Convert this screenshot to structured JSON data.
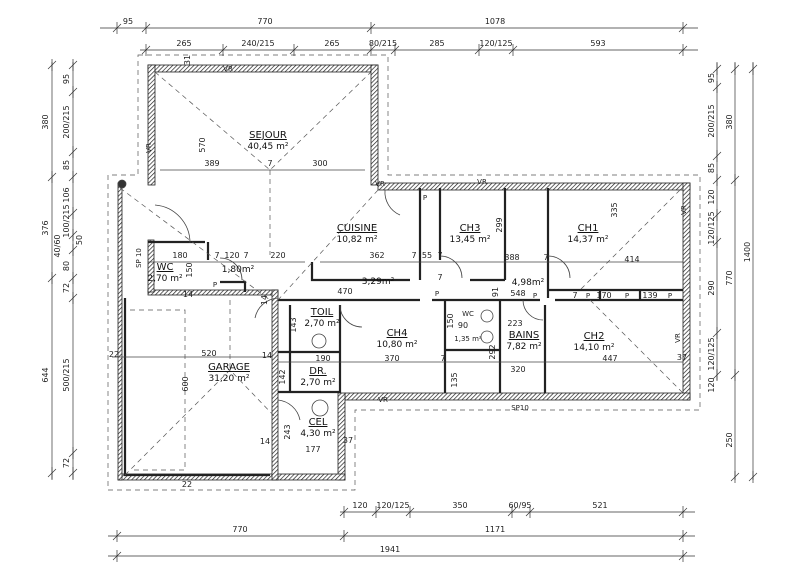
{
  "rooms": [
    {
      "name": "SEJOUR",
      "area": "40,45 m²"
    },
    {
      "name": "CUISINE",
      "area": "10,82 m²"
    },
    {
      "name": "CH3",
      "area": "13,45 m²"
    },
    {
      "name": "CH1",
      "area": "14,37 m²"
    },
    {
      "name": "WC",
      "area": "2,70 m²"
    },
    {
      "name": "TOIL",
      "area": "2,70 m²"
    },
    {
      "name": "CH4",
      "area": "10,80 m²"
    },
    {
      "name": "BAINS",
      "area": "7,82 m²"
    },
    {
      "name": "CH2",
      "area": "14,10 m²"
    },
    {
      "name": "DR.",
      "area": "2,70 m²"
    },
    {
      "name": "CEL",
      "area": "4,30 m²"
    },
    {
      "name": "GARAGE",
      "area": "31,20 m²"
    },
    {
      "name": "WC",
      "area": "1,35 m²"
    }
  ],
  "areas_unlabeled": [
    "1,80m²",
    "3,29m²",
    "4,98m²"
  ],
  "dimensions": {
    "top_row1": [
      "95",
      "770",
      "1078"
    ],
    "top_row2": [
      "265",
      "240/215",
      "265",
      "80/215",
      "285",
      "120/125",
      "593"
    ],
    "left_outer": [
      "380",
      "376",
      "644"
    ],
    "left_inner": [
      "95",
      "200/215",
      "85",
      "106",
      "100/215",
      "50",
      "40/60",
      "80",
      "72",
      "500/215",
      "72"
    ],
    "right_inner": [
      "95",
      "200/215",
      "85",
      "120",
      "120/125",
      "290",
      "120/125",
      "120"
    ],
    "right_middle": [
      "380",
      "770",
      "250"
    ],
    "right_outer": [
      "1400"
    ],
    "bottom_row1": [
      "120",
      "120/125",
      "350",
      "60/95",
      "521"
    ],
    "bottom_row2": [
      "770",
      "1171"
    ],
    "bottom_row3": [
      "1941"
    ],
    "interior": [
      "570",
      "389",
      "7",
      "300",
      "180",
      "7",
      "120",
      "7",
      "220",
      "362",
      "7",
      "55",
      "7",
      "388",
      "7",
      "414",
      "150",
      "470",
      "548",
      "170",
      "139",
      "299",
      "335",
      "91",
      "14",
      "143",
      "14",
      "190",
      "370",
      "7",
      "320",
      "447",
      "37",
      "142",
      "135",
      "292",
      "243",
      "177",
      "14",
      "37",
      "520",
      "600",
      "22",
      "22",
      "150",
      "90",
      "223",
      "7",
      "7",
      "14",
      "31"
    ]
  },
  "markers": [
    "VR",
    "VR",
    "VR",
    "VR",
    "VR",
    "VR",
    "VR",
    "SP10",
    "SP 10",
    "P",
    "P",
    "P",
    "P",
    "P",
    "P",
    "P"
  ],
  "colors": {
    "ink": "#222222",
    "background": "#ffffff"
  }
}
